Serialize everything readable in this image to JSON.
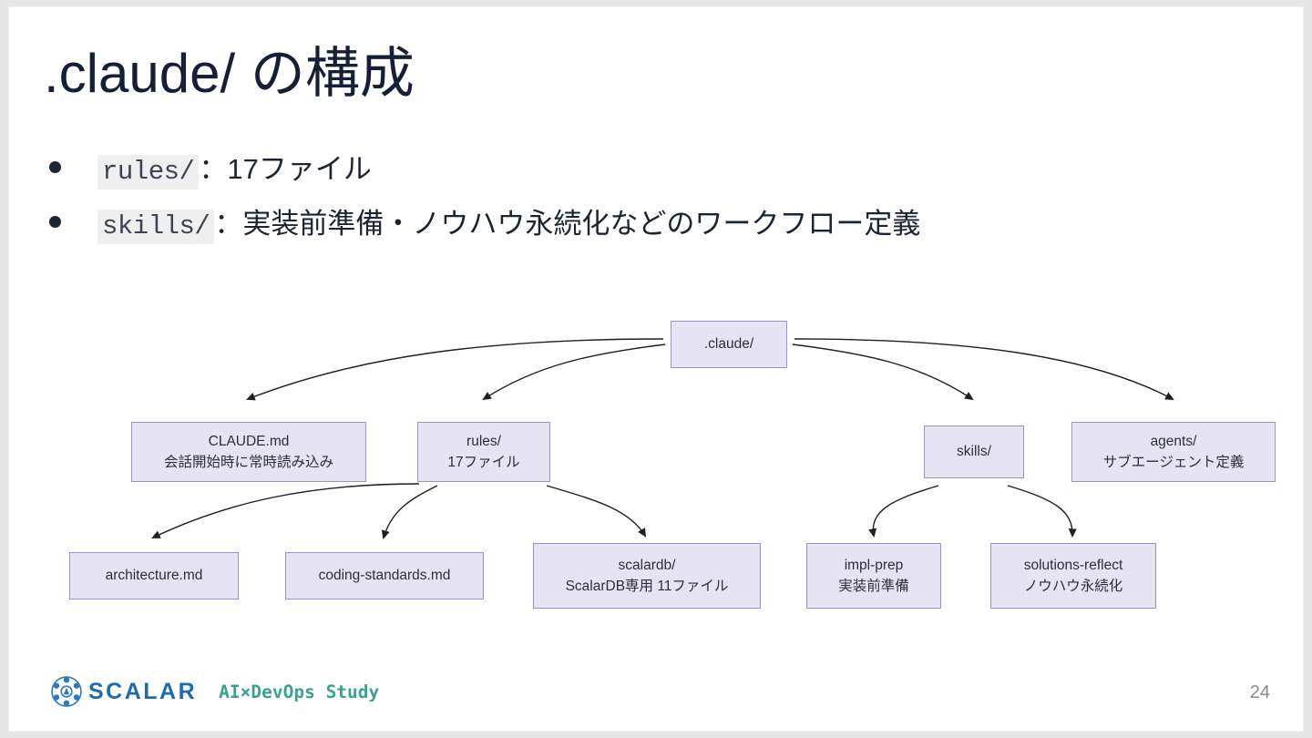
{
  "slide": {
    "title": ".claude/ の構成",
    "page_number": "24",
    "background_color": "#ffffff",
    "title_color": "#152036"
  },
  "bullets": [
    {
      "code": "rules/",
      "text": "：17ファイル"
    },
    {
      "code": "skills/",
      "text": "：実装前準備・ノウハウ永続化などのワークフロー定義"
    }
  ],
  "diagram": {
    "node_fill": "#e6e3f5",
    "node_border": "#9d90c9",
    "edge_color": "#1f1f1f",
    "nodes": [
      {
        "id": "root",
        "line1": ".claude/",
        "line2": ""
      },
      {
        "id": "claude-md",
        "line1": "CLAUDE.md",
        "line2": "会話開始時に常時読み込み"
      },
      {
        "id": "rules",
        "line1": "rules/",
        "line2": "17ファイル"
      },
      {
        "id": "skills",
        "line1": "skills/",
        "line2": ""
      },
      {
        "id": "agents",
        "line1": "agents/",
        "line2": "サブエージェント定義"
      },
      {
        "id": "architecture",
        "line1": "architecture.md",
        "line2": ""
      },
      {
        "id": "coding-standards",
        "line1": "coding-standards.md",
        "line2": ""
      },
      {
        "id": "scalardb",
        "line1": "scalardb/",
        "line2": "ScalarDB専用 11ファイル"
      },
      {
        "id": "impl-prep",
        "line1": "impl-prep",
        "line2": "実装前準備"
      },
      {
        "id": "solutions-reflect",
        "line1": "solutions-reflect",
        "line2": "ノウハウ永続化"
      }
    ],
    "edges": [
      {
        "from": "root",
        "to": "claude-md"
      },
      {
        "from": "root",
        "to": "rules"
      },
      {
        "from": "root",
        "to": "skills"
      },
      {
        "from": "root",
        "to": "agents"
      },
      {
        "from": "rules",
        "to": "architecture"
      },
      {
        "from": "rules",
        "to": "coding-standards"
      },
      {
        "from": "rules",
        "to": "scalardb"
      },
      {
        "from": "skills",
        "to": "impl-prep"
      },
      {
        "from": "skills",
        "to": "solutions-reflect"
      }
    ]
  },
  "footer": {
    "logo_word": "SCALAR",
    "logo_color": "#1d6cb0",
    "tagline": "AI×DevOps Study",
    "tagline_color": "#3aa38f"
  }
}
